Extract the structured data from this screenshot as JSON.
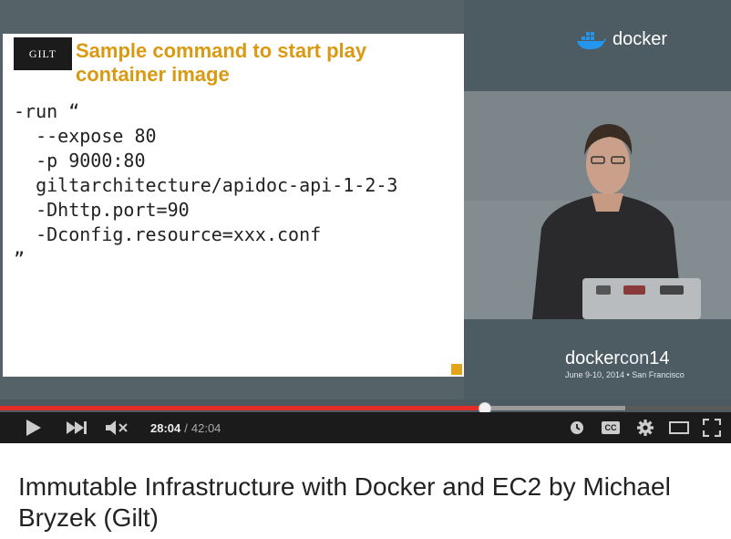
{
  "slide": {
    "logo_text": "GILT",
    "title": "Sample command to start play container image",
    "code_lines": [
      "-run “",
      "  --expose 80",
      "  -p 9000:80",
      "  giltarchitecture/apidoc-api-1-2-3",
      "  -Dhttp.port=90",
      "  -Dconfig.resource=xxx.conf",
      "”"
    ]
  },
  "video_overlay": {
    "docker_logo_text": "docker",
    "dockercon_prefix": "docker",
    "dockercon_suffix": "con",
    "dockercon_year": "14",
    "dockercon_date": "June 9-10, 2014 • San Francisco"
  },
  "player": {
    "progress": {
      "played_fraction": 0.6635,
      "buffered_fraction": 0.855
    },
    "time_current": "28:04",
    "time_separator": "/",
    "time_total": "42:04",
    "cc_label": "CC"
  },
  "video_title": "Immutable Infrastructure with Docker and EC2 by Michael Bryzek (Gilt)",
  "colors": {
    "progress_played": "#e52d27",
    "slide_title": "#d99a12",
    "controls_bg": "#1b1b1b"
  }
}
